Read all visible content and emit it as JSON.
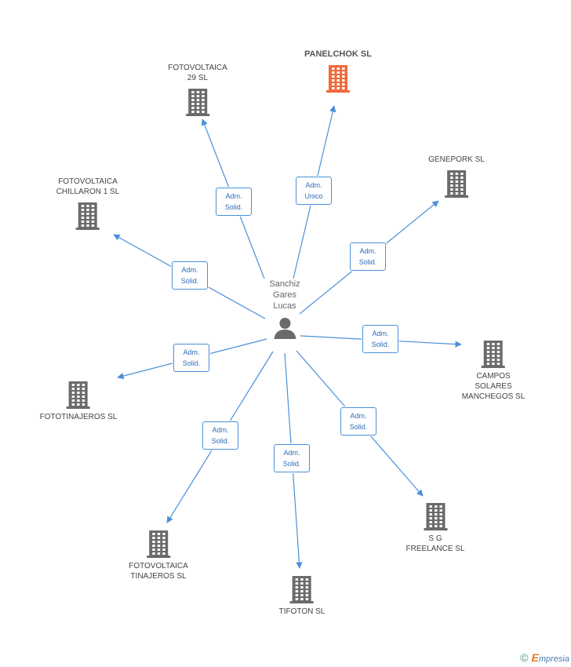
{
  "center": {
    "name": "Sanchiz\nGares\nLucas",
    "icon": "person-icon"
  },
  "colors": {
    "edge": "#4a90d9",
    "building": "#6b6b6b",
    "highlight": "#f06a3a"
  },
  "companies": [
    {
      "id": "fotovoltaica-29",
      "name": "FOTOVOLTAICA\n29 SL",
      "role": "Adm.\nSolid.",
      "highlight": false,
      "icon": "building-icon"
    },
    {
      "id": "panelchok",
      "name": "PANELCHOK SL",
      "role": "Adm.\nUnico",
      "highlight": true,
      "icon": "building-icon"
    },
    {
      "id": "geneporl",
      "name": "GENEPORK SL",
      "role": "Adm.\nSolid.",
      "highlight": false,
      "icon": "building-icon"
    },
    {
      "id": "chillaron",
      "name": "FOTOVOLTAICA\nCHILLARON 1 SL",
      "role": "Adm.\nSolid.",
      "highlight": false,
      "icon": "building-icon"
    },
    {
      "id": "campos",
      "name": "CAMPOS\nSOLARES\nMANCHEGOS SL",
      "role": "Adm.\nSolid.",
      "highlight": false,
      "icon": "building-icon"
    },
    {
      "id": "fototinajeros",
      "name": "FOTOTINAJEROS SL",
      "role": "Adm.\nSolid.",
      "highlight": false,
      "icon": "building-icon"
    },
    {
      "id": "sg-freelance",
      "name": "S G\nFREELANCE SL",
      "role": "Adm.\nSolid.",
      "highlight": false,
      "icon": "building-icon"
    },
    {
      "id": "tinajeros",
      "name": "FOTOVOLTAICA\nTINAJEROS SL",
      "role": "Adm.\nSolid.",
      "highlight": false,
      "icon": "building-icon"
    },
    {
      "id": "tifoton",
      "name": "TIFOTON SL",
      "role": "Adm.\nSolid.",
      "highlight": false,
      "icon": "building-icon"
    }
  ],
  "footer": {
    "copyright": "©",
    "brand_initial": "E",
    "brand_rest": "mpresia"
  }
}
